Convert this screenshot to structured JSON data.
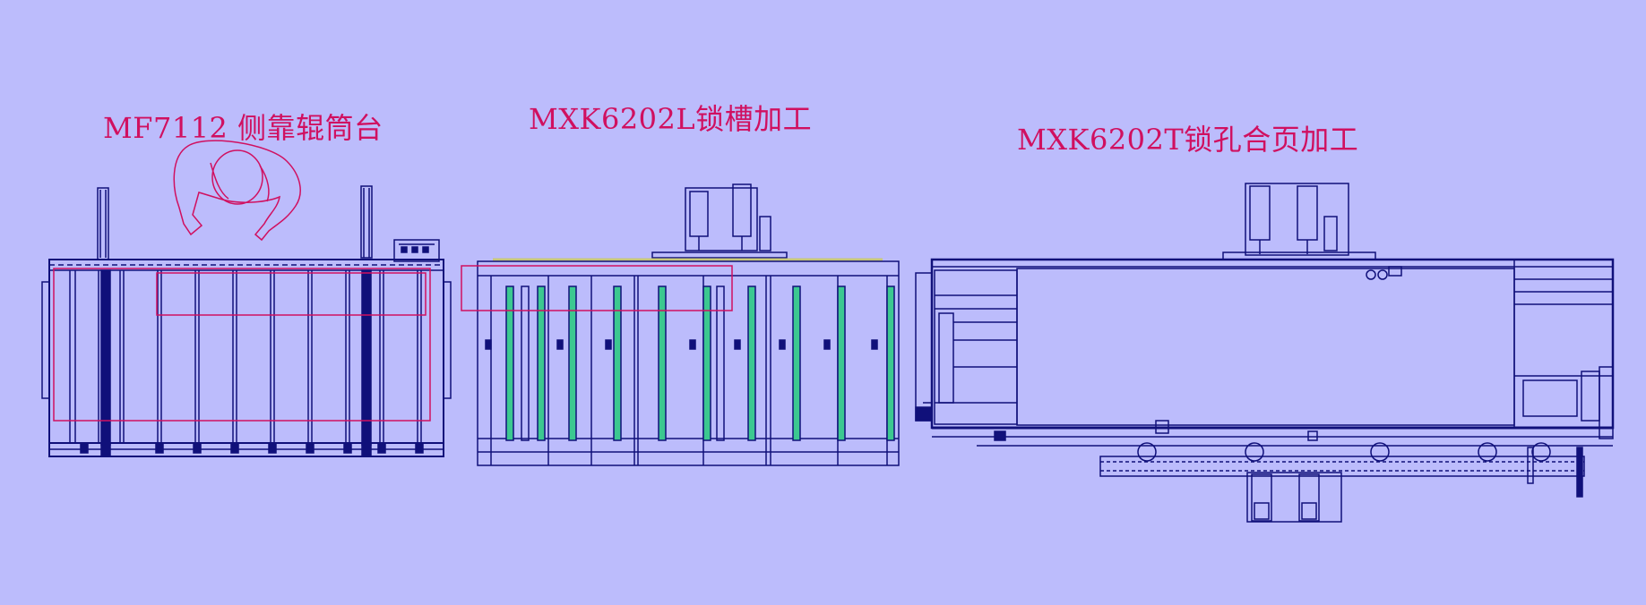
{
  "labels": {
    "machine_1": "MF7112 侧靠辊筒台",
    "machine_2": "MXK6202L锁槽加工",
    "machine_3": "MXK6202T锁孔合页加工"
  },
  "colors": {
    "background": "#bcbcfc",
    "line": "#10107a",
    "accent_red": "#d01060",
    "accent_green": "#3cc890",
    "accent_yellow": "#c8c878"
  }
}
